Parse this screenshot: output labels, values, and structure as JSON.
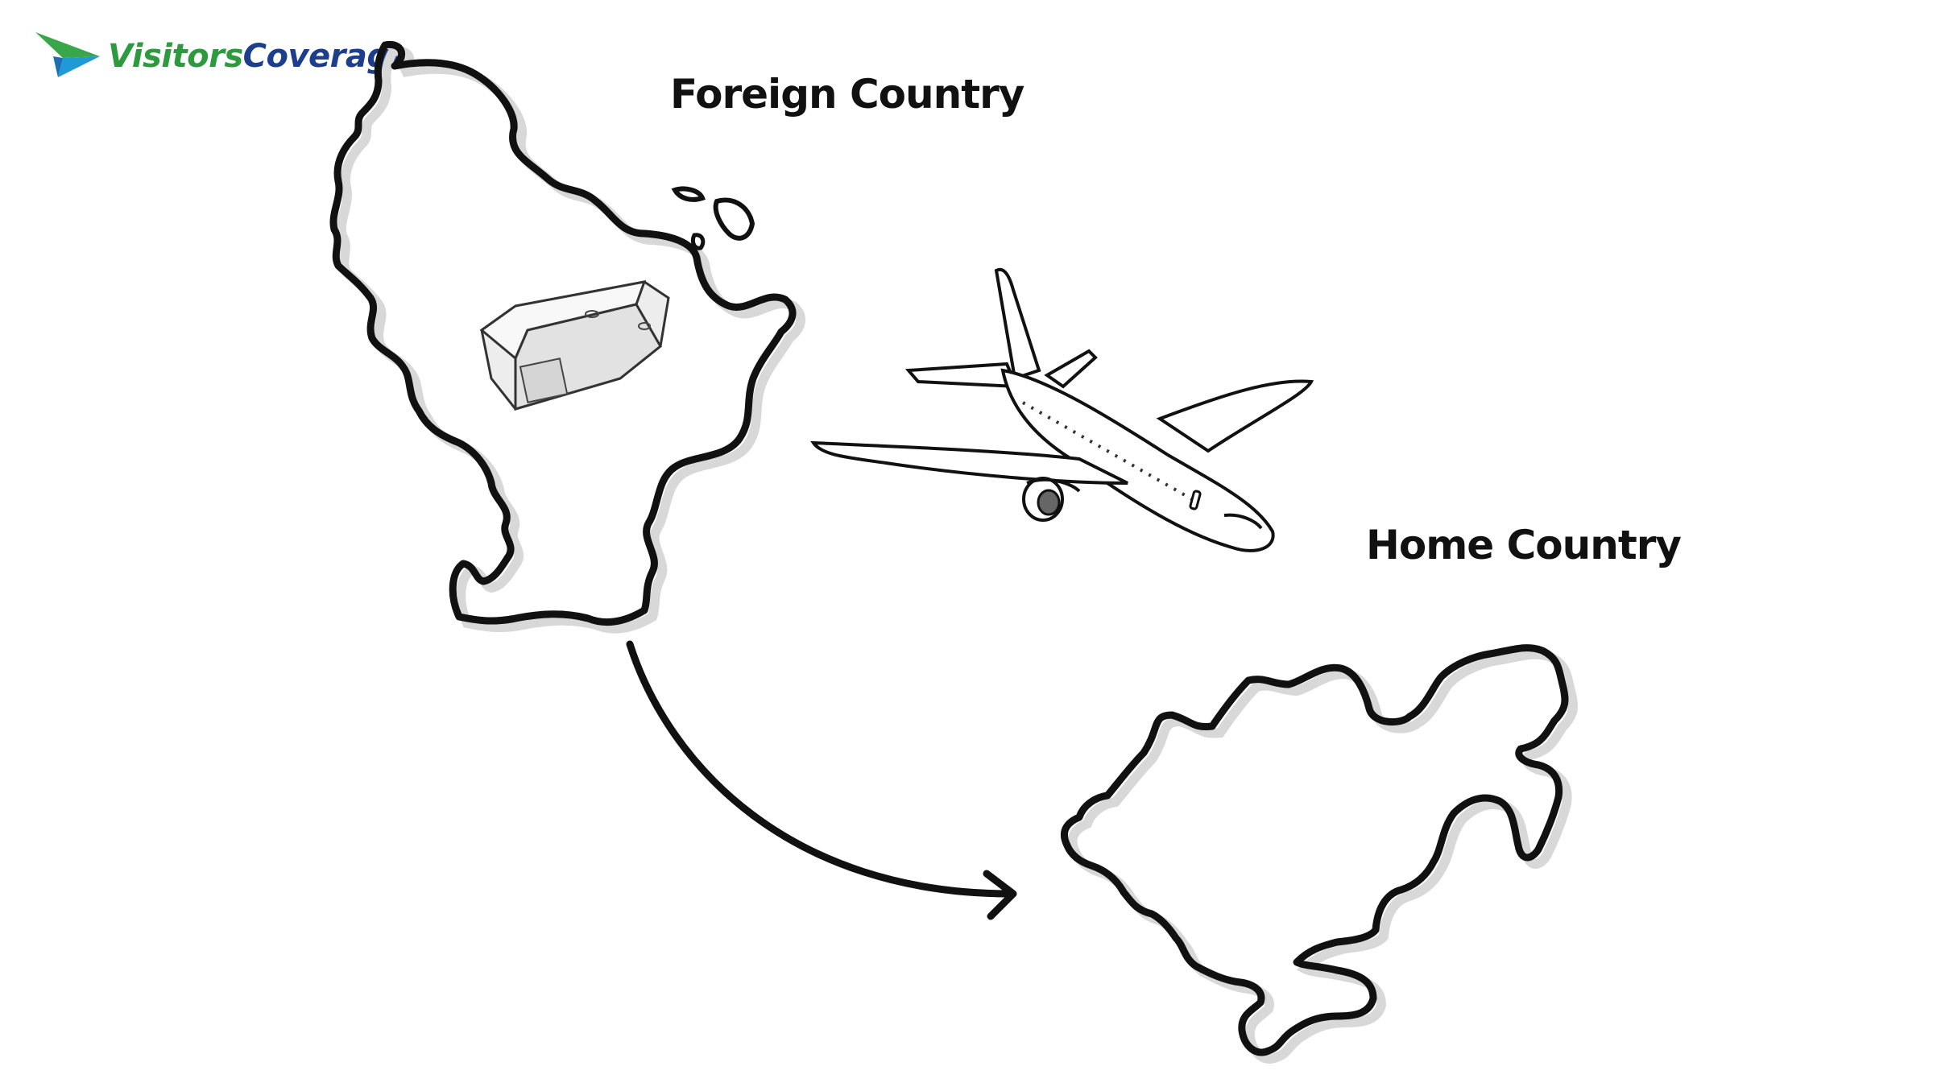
{
  "brand": {
    "name_part1": "Visitors",
    "name_part2": "Coverage",
    "color_green": "#2e9a3f",
    "color_blue": "#1d3e8c"
  },
  "labels": {
    "foreign_country": "Foreign Country",
    "home_country": "Home Country"
  },
  "illustration": {
    "icons": [
      "coffin-icon",
      "airplane-icon",
      "curved-arrow-icon"
    ]
  }
}
